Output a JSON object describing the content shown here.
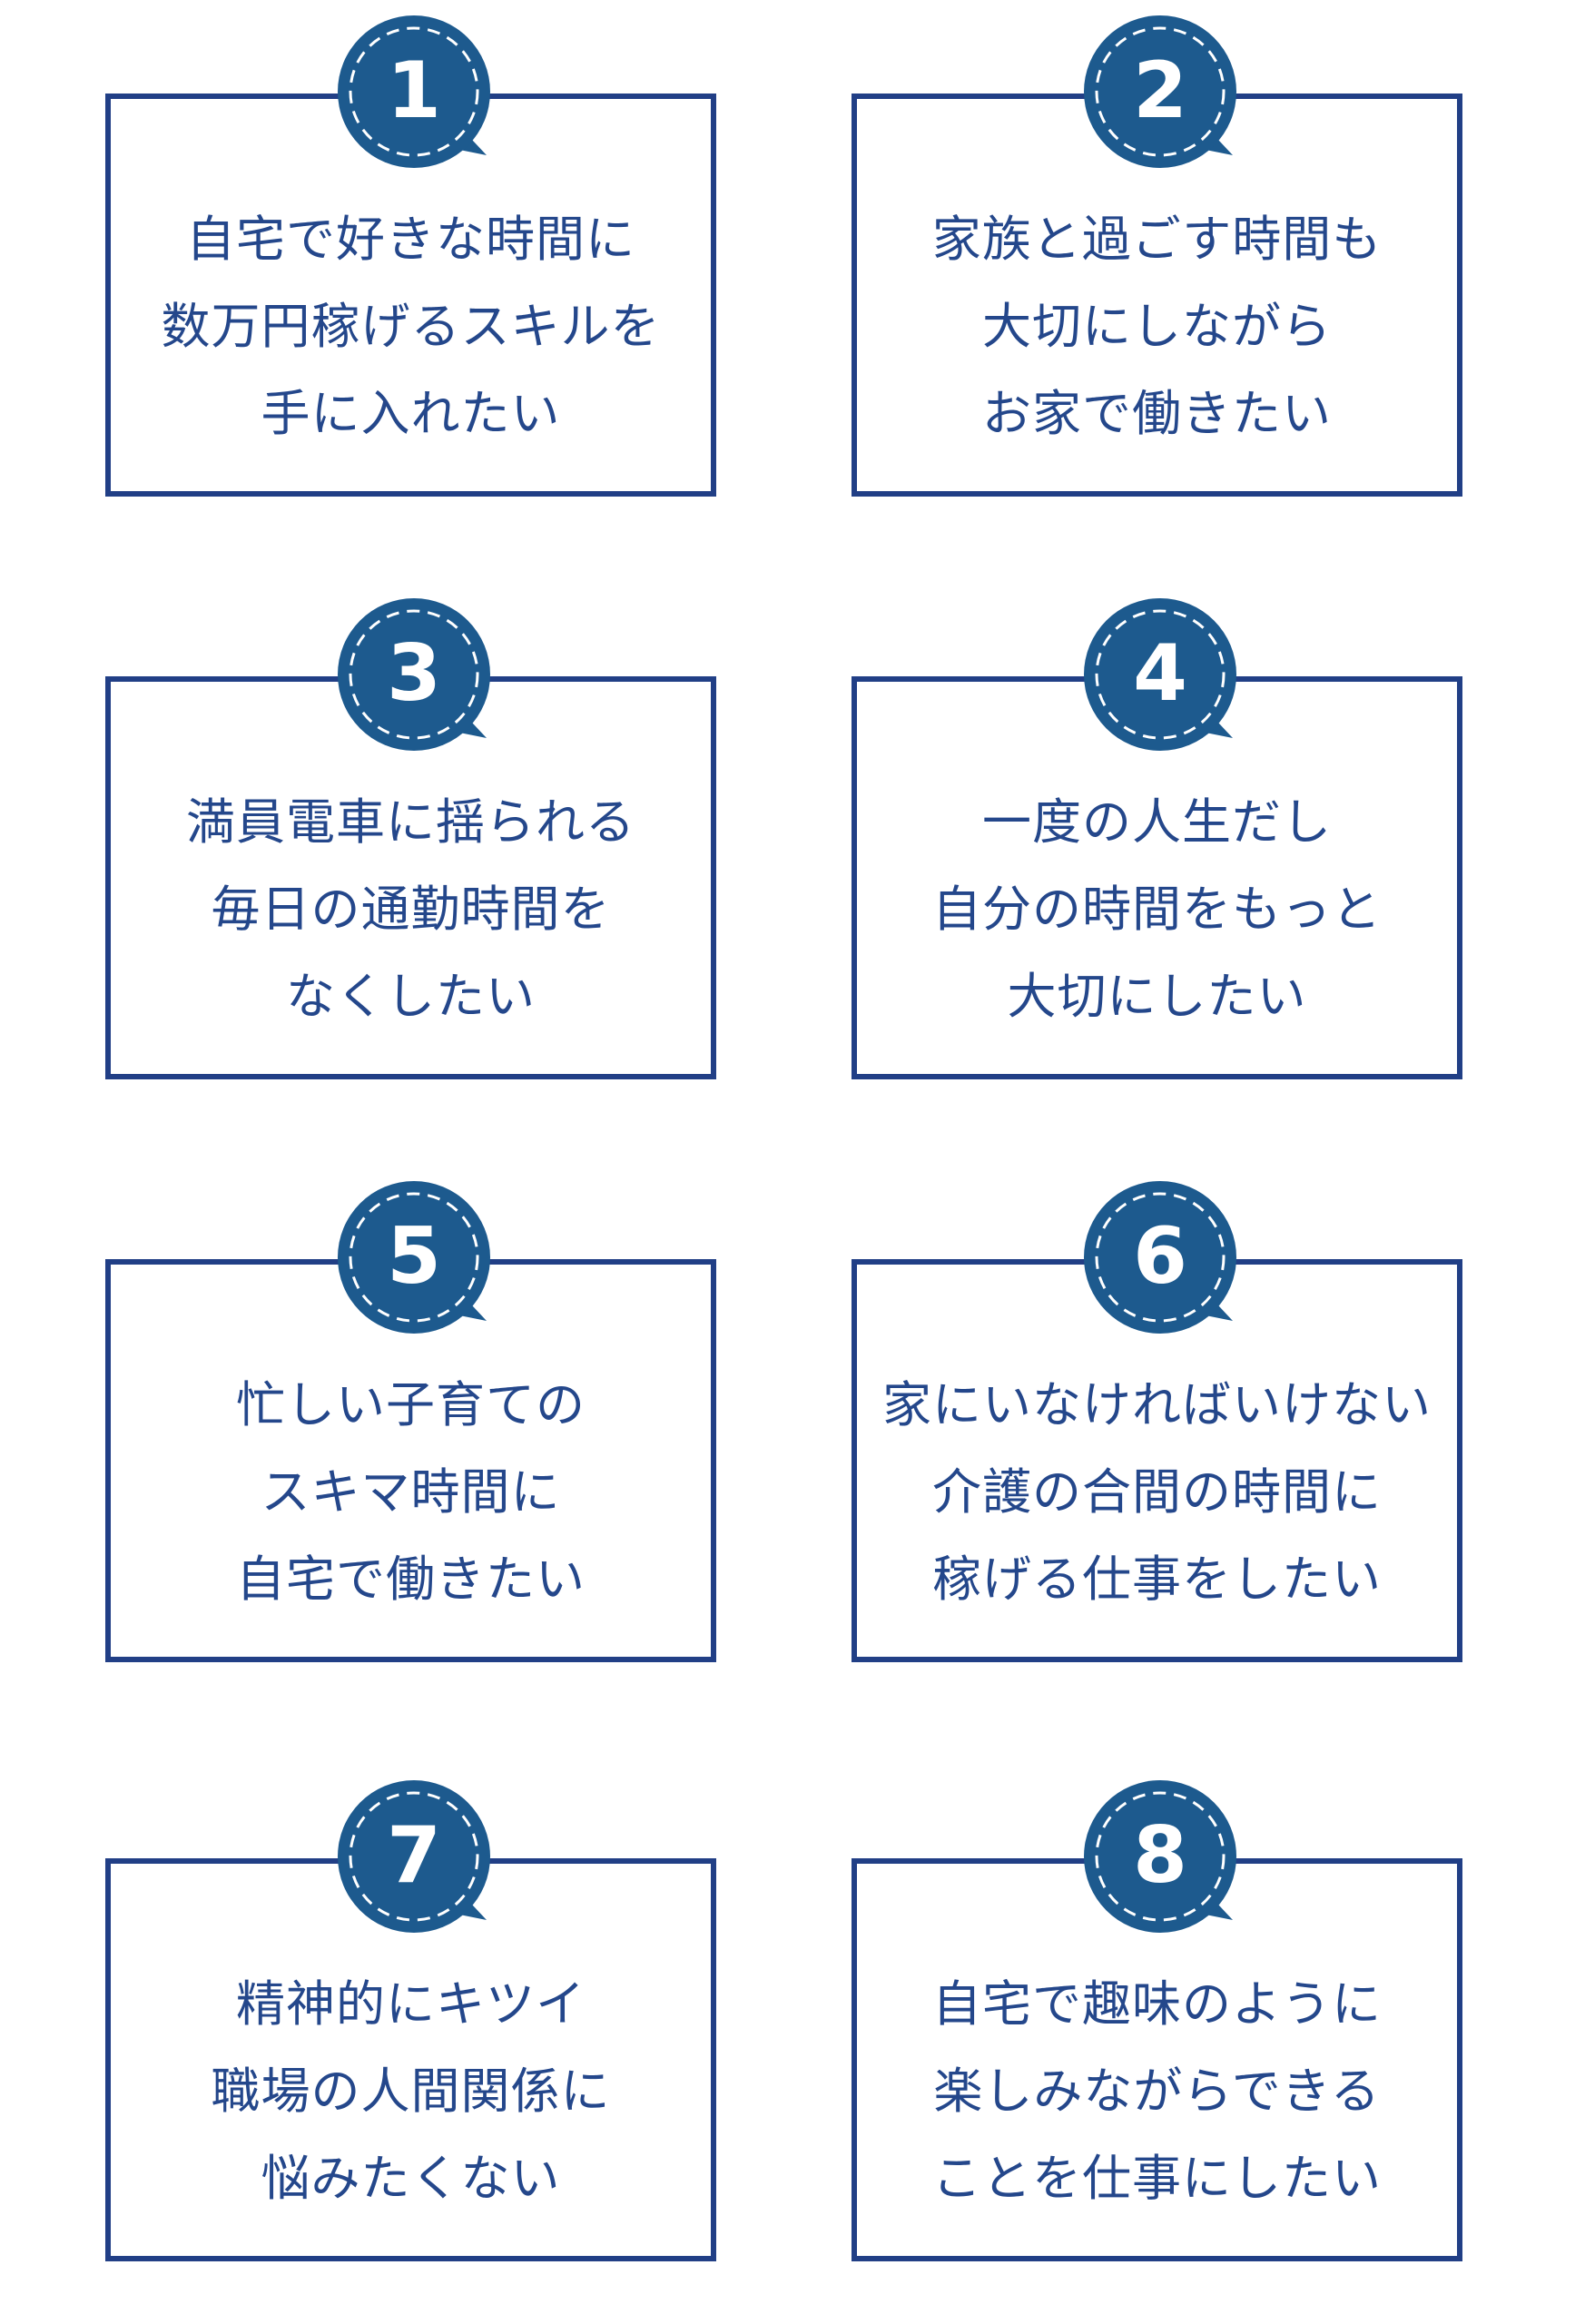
{
  "colors": {
    "border": "#213f86",
    "badge": "#1d5a8e",
    "text": "#24478b"
  },
  "cards": [
    {
      "number": "1",
      "lines": [
        "自宅で好きな時間に",
        "数万円稼げるスキルを",
        "手に入れたい"
      ]
    },
    {
      "number": "2",
      "lines": [
        "家族と過ごす時間も",
        "大切にしながら",
        "お家で働きたい"
      ]
    },
    {
      "number": "3",
      "lines": [
        "満員電車に揺られる",
        "毎日の通勤時間を",
        "なくしたい"
      ]
    },
    {
      "number": "4",
      "lines": [
        "一度の人生だし",
        "自分の時間をもっと",
        "大切にしたい"
      ]
    },
    {
      "number": "5",
      "lines": [
        "忙しい子育ての",
        "スキマ時間に",
        "自宅で働きたい"
      ]
    },
    {
      "number": "6",
      "lines": [
        "家にいなければいけない",
        "介護の合間の時間に",
        "稼げる仕事をしたい"
      ]
    },
    {
      "number": "7",
      "lines": [
        "精神的にキツイ",
        "職場の人間関係に",
        "悩みたくない"
      ]
    },
    {
      "number": "8",
      "lines": [
        "自宅で趣味のように",
        "楽しみながらできる",
        "ことを仕事にしたい"
      ]
    }
  ]
}
